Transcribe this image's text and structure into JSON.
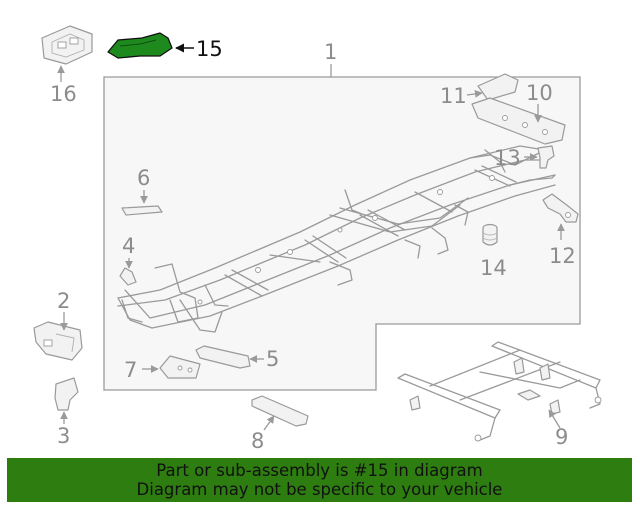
{
  "diagram": {
    "highlight_color": "#1e8a1e",
    "banner_color": "#2e7d11",
    "callouts": {
      "c1": "1",
      "c2": "2",
      "c3": "3",
      "c4": "4",
      "c5": "5",
      "c6": "6",
      "c7": "7",
      "c8": "8",
      "c9": "9",
      "c10": "10",
      "c11": "11",
      "c12": "12",
      "c13": "13",
      "c14": "14",
      "c15": "15",
      "c16": "16"
    },
    "highlighted_part": "15"
  },
  "banner": {
    "line1": "Part or sub-assembly is #15 in diagram",
    "line2": "Diagram may not be specific to your vehicle"
  }
}
